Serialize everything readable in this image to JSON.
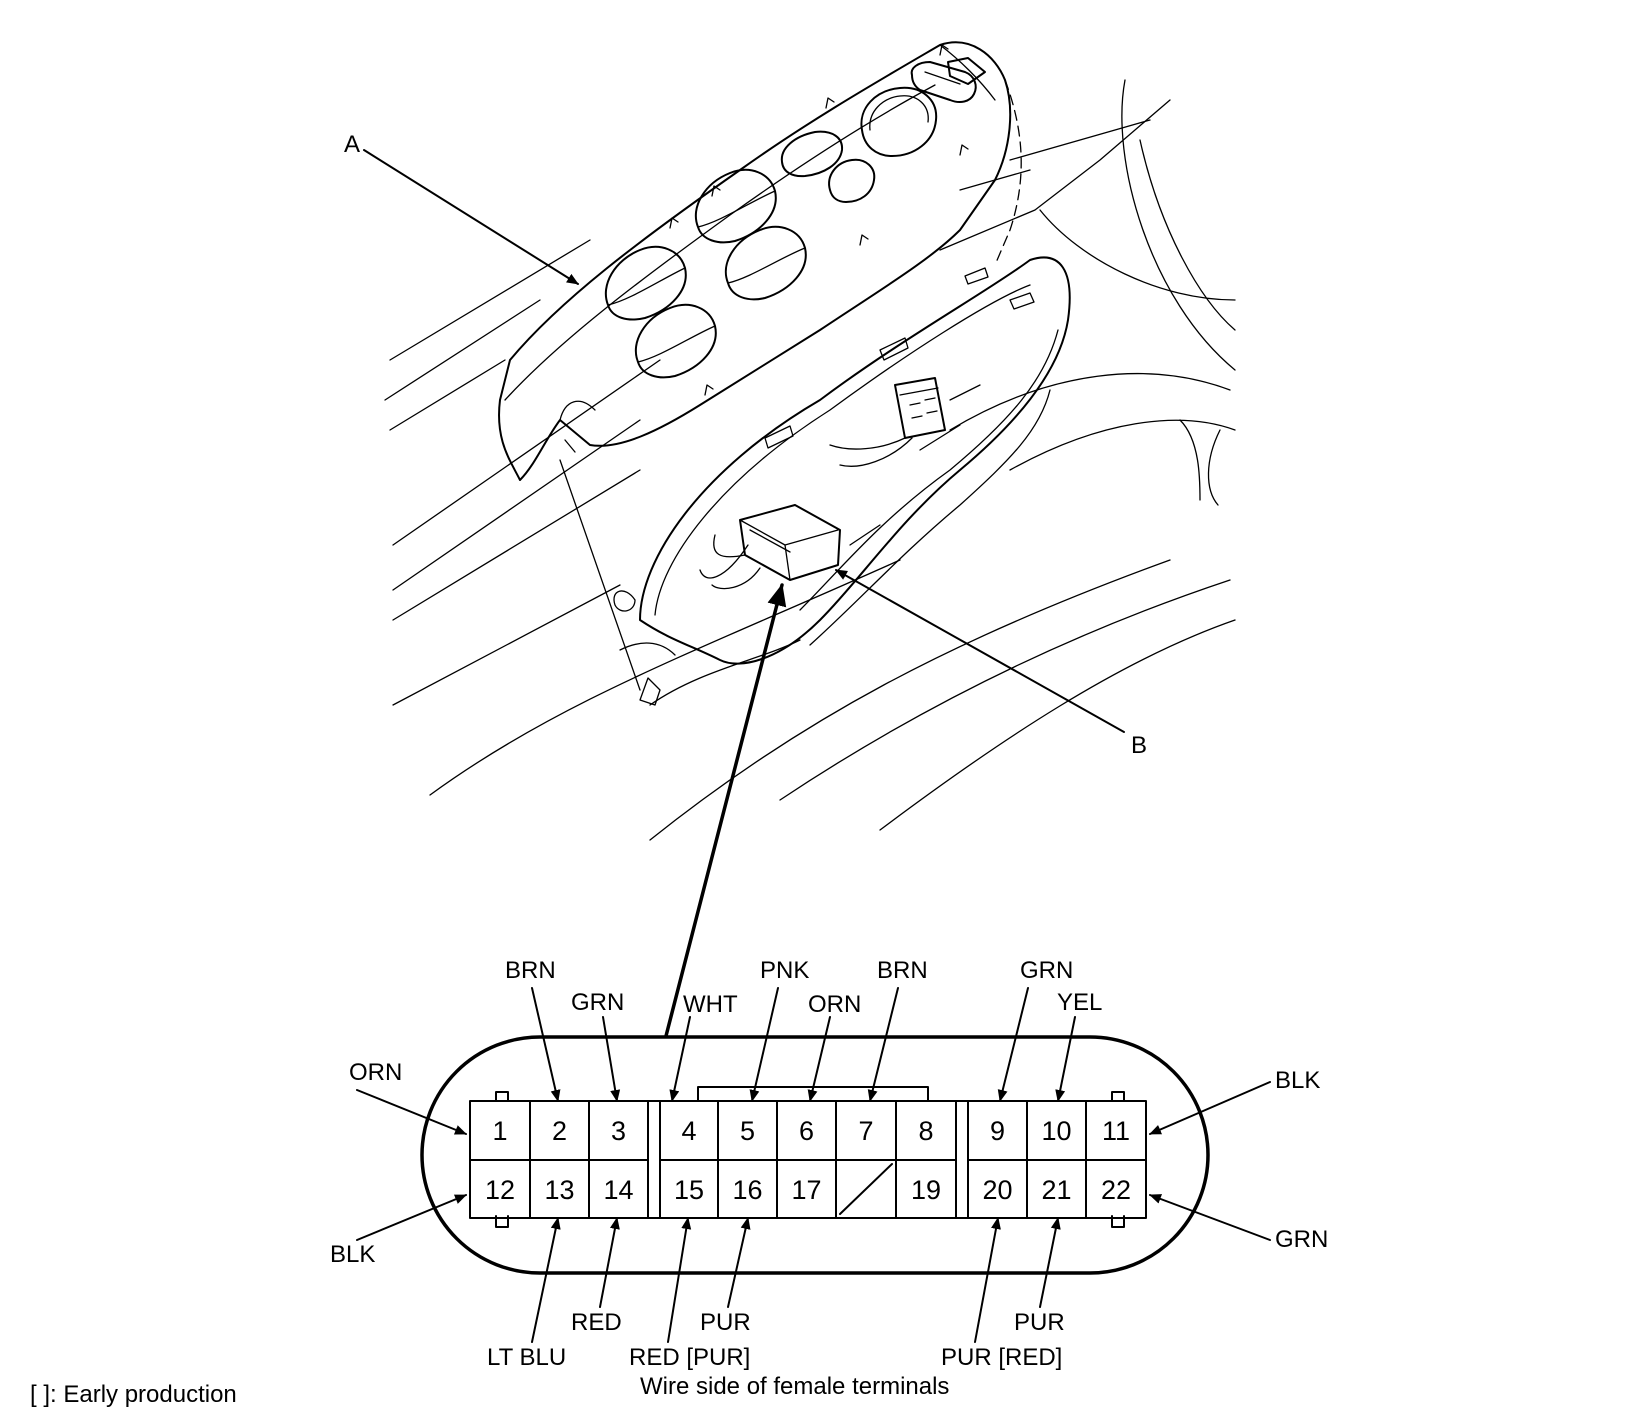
{
  "callouts": {
    "a": "A",
    "b": "B"
  },
  "connector": {
    "top_row_pins": [
      "1",
      "2",
      "3",
      "4",
      "5",
      "6",
      "7",
      "8",
      "9",
      "10",
      "11"
    ],
    "bottom_row_pins": [
      "12",
      "13",
      "14",
      "15",
      "16",
      "17",
      "",
      "19",
      "20",
      "21",
      "22"
    ],
    "wires": {
      "pin1": "ORN",
      "pin2": "BRN",
      "pin3": "GRN",
      "pin4": "WHT",
      "pin5": "PNK",
      "pin6": "ORN",
      "pin7": "BRN",
      "pin9": "GRN",
      "pin10": "YEL",
      "pin11": "BLK",
      "pin12": "BLK",
      "pin13": "LT BLU",
      "pin14": "RED",
      "pin15": "RED [PUR]",
      "pin16": "PUR",
      "pin20": "PUR [RED]",
      "pin21": "PUR",
      "pin22": "GRN"
    }
  },
  "footnote": "[ ]: Early production",
  "caption": "Wire side of female terminals"
}
